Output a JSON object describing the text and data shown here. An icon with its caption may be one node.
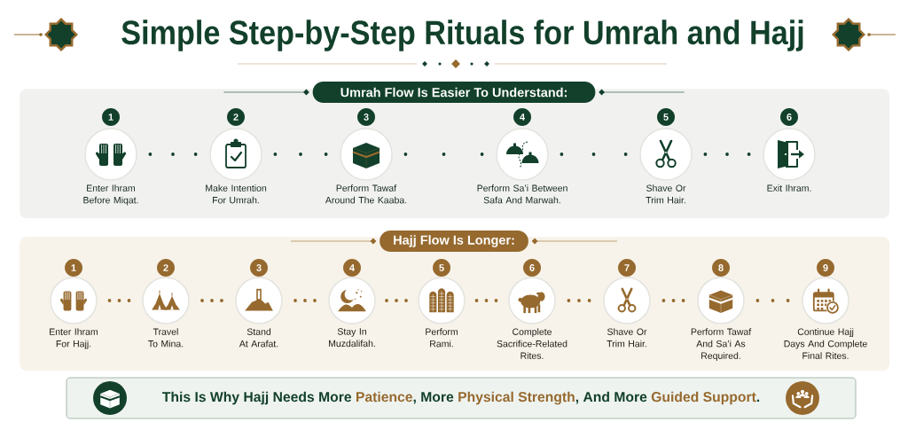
{
  "diagram": {
    "title": "Simple Step-by-Step Rituals for Umrah and Hajj",
    "nodes": [
      {
        "text": [
          "Umrah Flow Is Easier To Understand:"
        ]
      },
      {
        "text": [
          "1"
        ],
        "beside": [
          "Enter Ihram Before Miqat."
        ],
        "in": 0
      },
      {
        "text": [
          "2"
        ],
        "beside": [
          "Make Intention For Umrah."
        ],
        "in": 0
      },
      {
        "text": [
          "3"
        ],
        "beside": [
          "Perform Tawaf Around The Kaaba."
        ],
        "in": 0
      },
      {
        "text": [
          "4"
        ],
        "beside": [
          "Perform Sa’i Between Safa And Marwah."
        ],
        "in": 0
      },
      {
        "text": [
          "5"
        ],
        "beside": [
          "Shave Or Trim Hair."
        ],
        "in": 0
      },
      {
        "text": [
          "6"
        ],
        "beside": [
          "Exit Ihram."
        ],
        "in": 0
      },
      {
        "text": [
          "Hajj Flow Is Longer:"
        ]
      },
      {
        "text": [
          "1"
        ],
        "beside": [
          "Enter Ihram For Hajj."
        ],
        "in": 7
      },
      {
        "text": [
          "2"
        ],
        "beside": [
          "Travel To Mina."
        ],
        "in": 7
      },
      {
        "text": [
          "3"
        ],
        "beside": [
          "Stand At Arafat."
        ],
        "in": 7
      },
      {
        "text": [
          "4"
        ],
        "beside": [
          "Stay In Muzdalifah."
        ],
        "in": 7
      },
      {
        "text": [
          "5"
        ],
        "beside": [
          "Perform Rami."
        ],
        "in": 7
      },
      {
        "text": [
          "6"
        ],
        "beside": [
          "Complete Sacrifice-Related Rites."
        ],
        "in": 7
      },
      {
        "text": [
          "7"
        ],
        "beside": [
          "Shave Or Trim Hair."
        ],
        "in": 7
      },
      {
        "text": [
          "8"
        ],
        "beside": [
          "Perform Tawaf And Sa’i As Required."
        ],
        "in": 7
      },
      {
        "text": [
          "9"
        ],
        "beside": [
          "Continue Hajj Days And Complete Final Rites."
        ],
        "in": 7
      },
      {
        "text": [
          "This Is Why Hajj Needs More **Patience**, More **Physical Strength**, And More **Guided Support**."
        ]
      }
    ],
    "edges": [
      {
        "from": 1,
        "to": 2,
        "arrow": "none",
        "color": "#12402b"
      },
      {
        "from": 2,
        "to": 3,
        "arrow": "none",
        "color": "#12402b"
      },
      {
        "from": 3,
        "to": 4,
        "arrow": "none",
        "color": "#12402b"
      },
      {
        "from": 4,
        "to": 5,
        "arrow": "none",
        "color": "#12402b"
      },
      {
        "from": 5,
        "to": 6,
        "arrow": "none",
        "color": "#12402b"
      },
      {
        "from": 8,
        "to": 9,
        "arrow": "none"
      },
      {
        "from": 9,
        "to": 10,
        "arrow": "none"
      },
      {
        "from": 10,
        "to": 11,
        "arrow": "none"
      },
      {
        "from": 11,
        "to": 12,
        "arrow": "none"
      },
      {
        "from": 12,
        "to": 13,
        "arrow": "none"
      },
      {
        "from": 13,
        "to": 14,
        "arrow": "none"
      },
      {
        "from": 14,
        "to": 15,
        "arrow": "none"
      },
      {
        "from": 15,
        "to": 16,
        "arrow": "none"
      }
    ]
  }
}
